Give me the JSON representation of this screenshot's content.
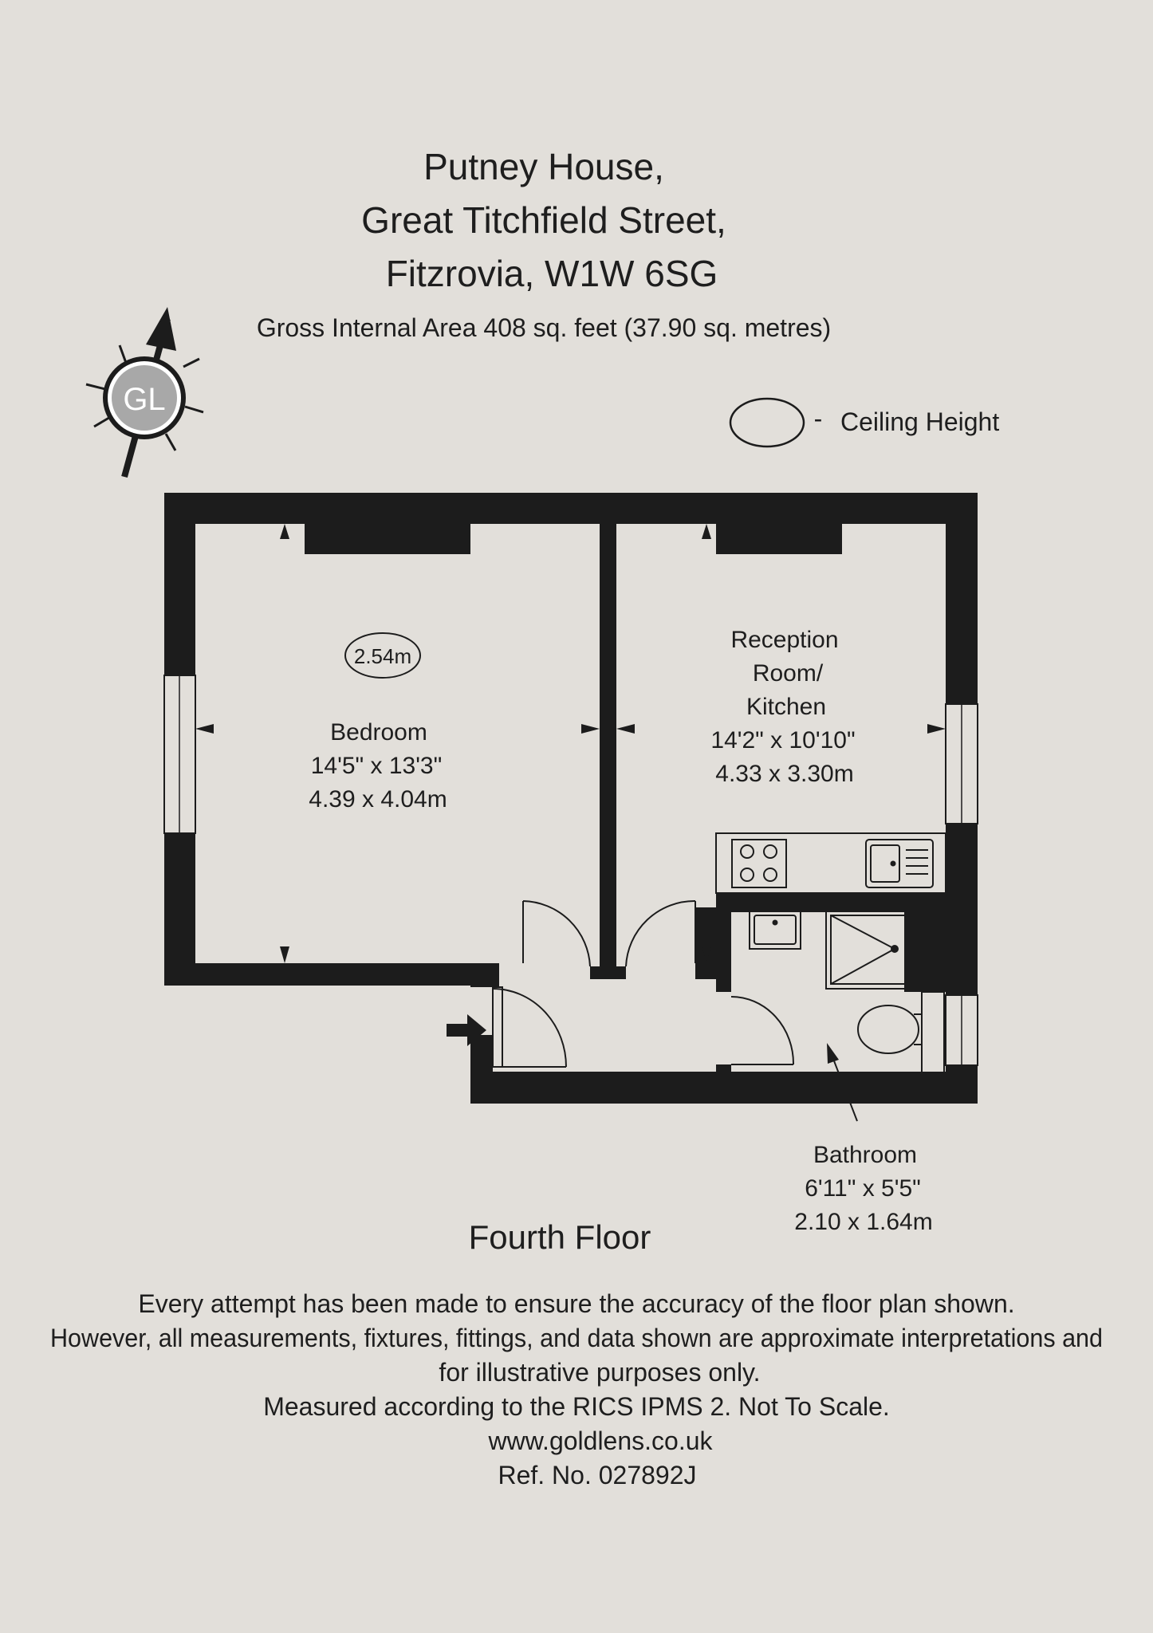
{
  "header": {
    "title_lines": [
      "Putney House,",
      "Great Titchfield Street,",
      "Fitzrovia, W1W 6SG"
    ],
    "gross_area": "Gross Internal Area 408 sq. feet (37.90 sq. metres)"
  },
  "compass": {
    "logo_text": "GL",
    "icon": "compass-north-arrow-icon"
  },
  "legend": {
    "dash": "-",
    "label": "Ceiling Height"
  },
  "rooms": {
    "bedroom": {
      "name": "Bedroom",
      "imperial": "14'5\" x 13'3\"",
      "metric": "4.39 x 4.04m",
      "ceiling": "2.54m"
    },
    "reception": {
      "name_lines": [
        "Reception",
        "Room/",
        "Kitchen"
      ],
      "imperial": "14'2\" x 10'10\"",
      "metric": "4.33 x 3.30m"
    },
    "bathroom": {
      "name": "Bathroom",
      "imperial": "6'11\" x 5'5\"",
      "metric": "2.10 x 1.64m"
    }
  },
  "floor_label": "Fourth Floor",
  "disclaimer": [
    "Every attempt has been made to ensure the accuracy of the floor plan shown.",
    "However, all measurements, fixtures, fittings, and data shown are approximate interpretations and",
    "for illustrative purposes only.",
    "Measured according to the RICS IPMS 2. Not To Scale.",
    "www.goldlens.co.uk",
    "Ref. No. 027892J"
  ],
  "colors": {
    "background": "#e2dfda",
    "wall": "#1c1c1c",
    "logo": "#a8a8a8"
  }
}
